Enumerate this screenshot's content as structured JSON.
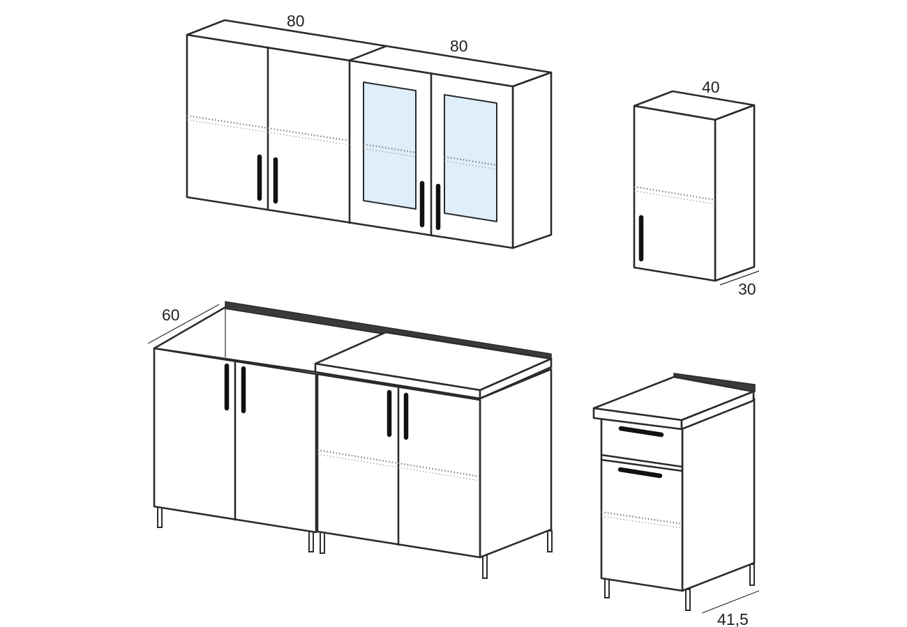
{
  "colors": {
    "line": "#2b2b2b",
    "glass": "#deeefa",
    "handle": "#111111",
    "countertop_edge": "#3a3a3a",
    "background": "#ffffff"
  },
  "dimensions": {
    "wall_left_width": "80",
    "wall_right_width": "80",
    "tall_wall_width": "40",
    "tall_wall_depth": "30",
    "base_depth": "60",
    "drawer_unit_depth": "41,5"
  }
}
